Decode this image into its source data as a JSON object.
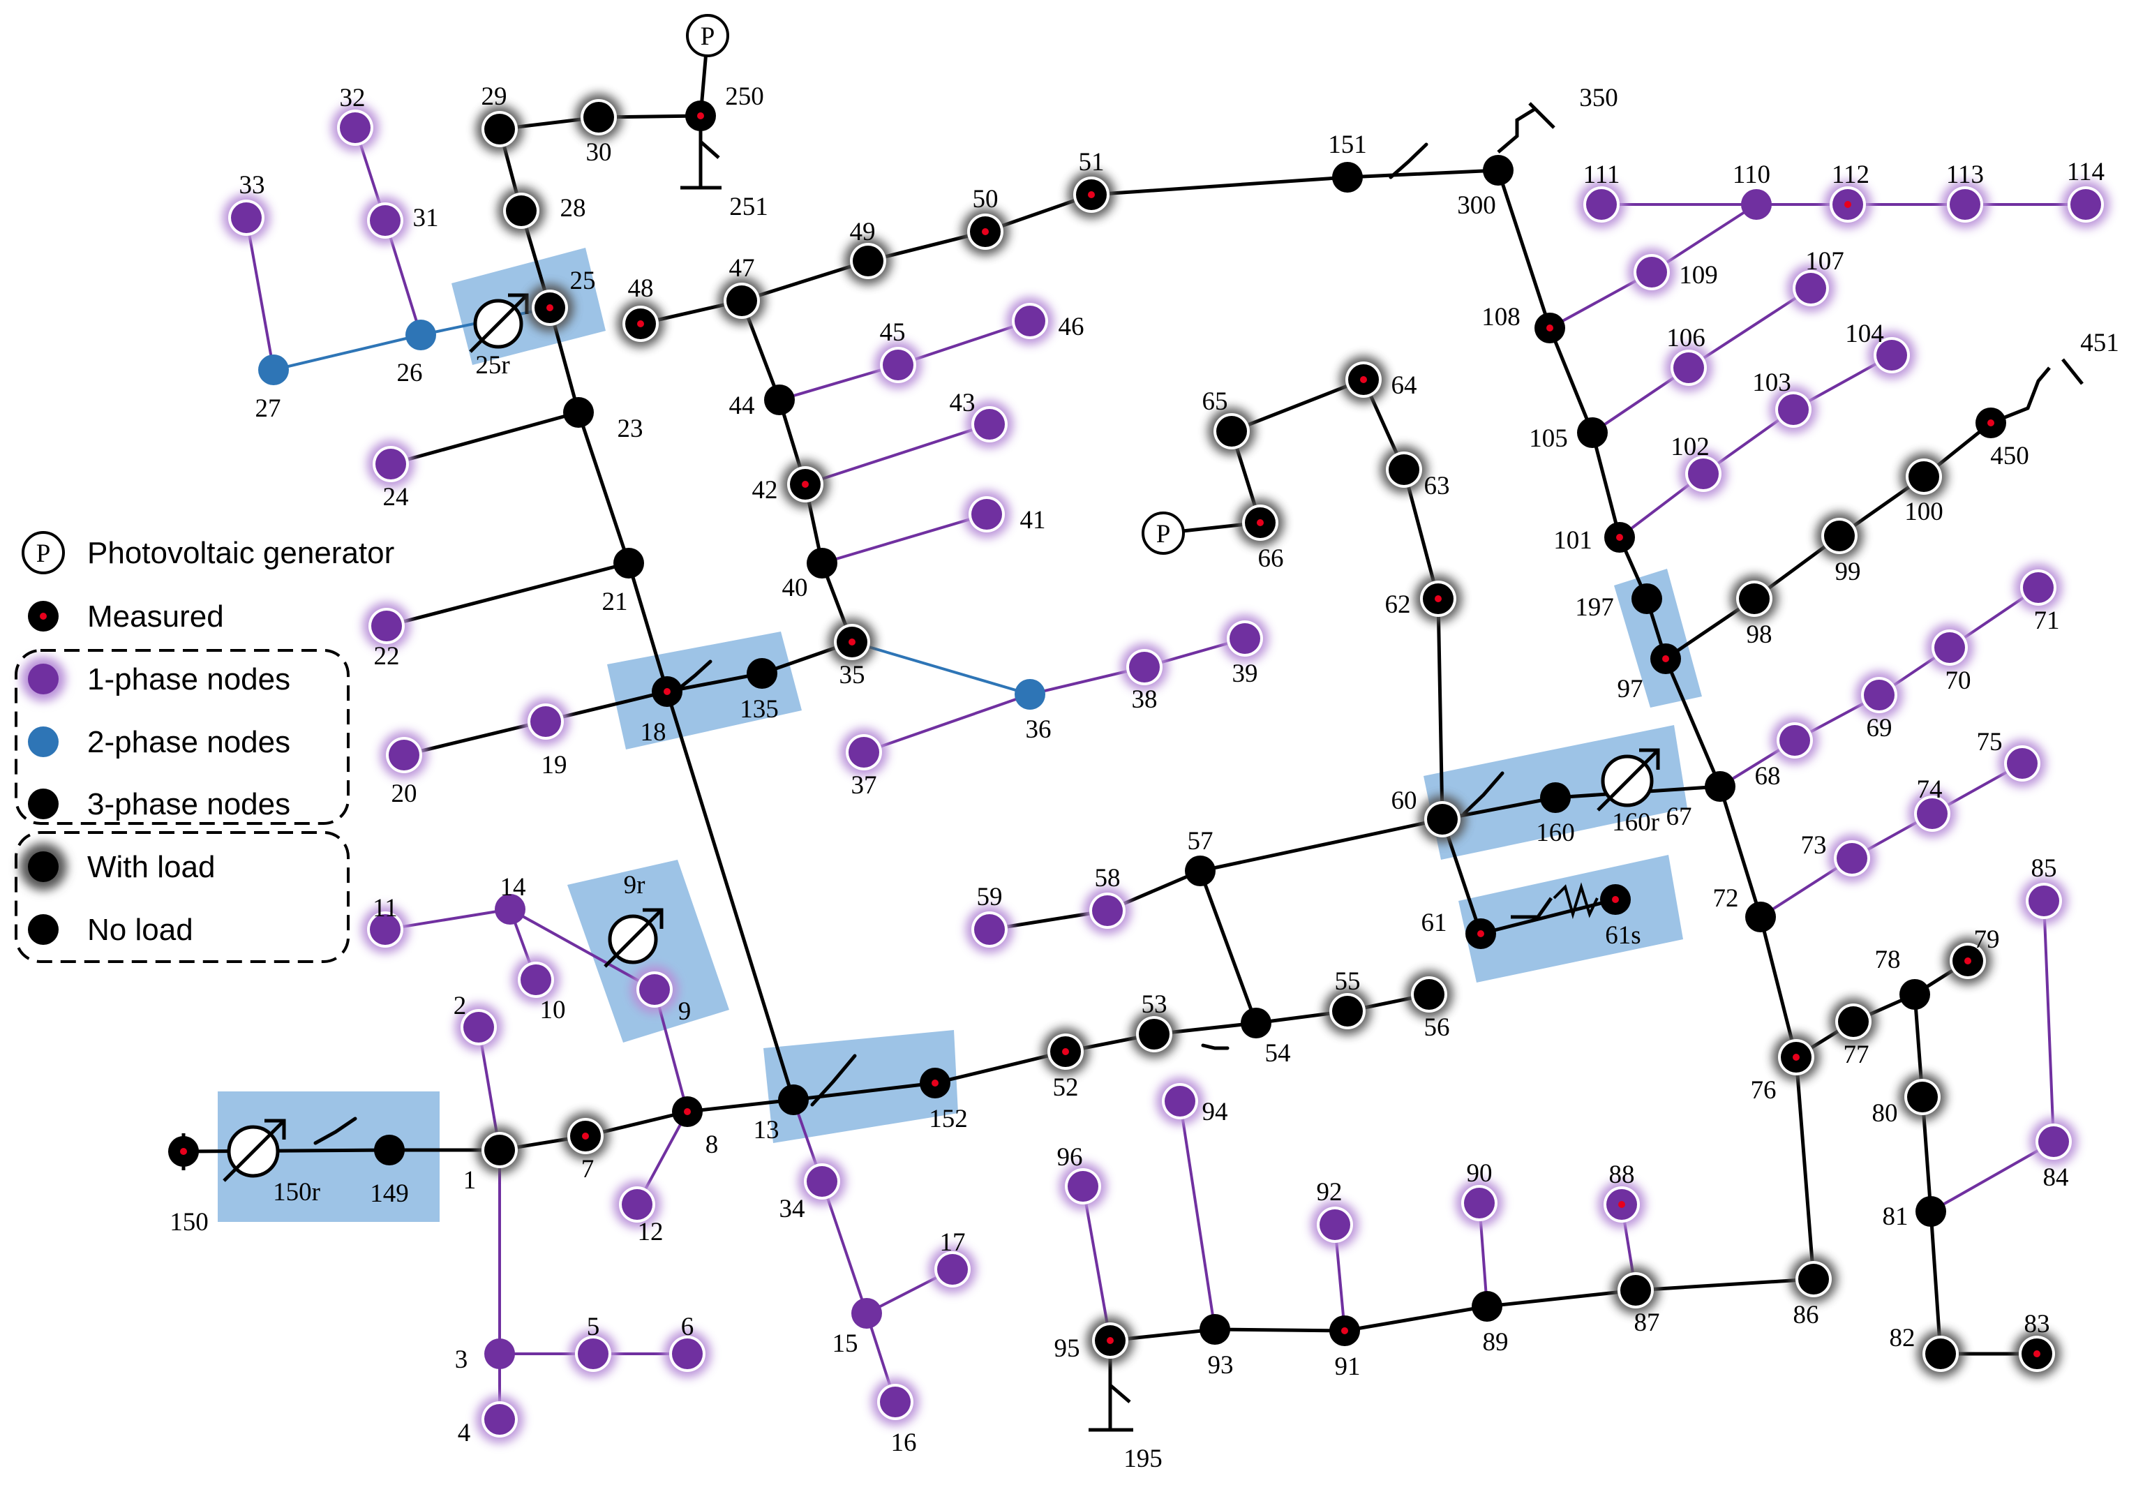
{
  "colors": {
    "three_phase": "#000000",
    "two_phase": "#2e75b6",
    "one_phase": "#7030a0",
    "one_phase_glow": "#b88fd8",
    "load_glow": "#555555",
    "measured_dot": "#e8001c",
    "regulator_box": "#9dc3e6"
  },
  "legend": {
    "pv": "Photovoltaic generator",
    "measured": "Measured",
    "one_phase": "1-phase nodes",
    "two_phase": "2-phase nodes",
    "three_phase": "3-phase nodes",
    "with_load": "With load",
    "no_load": "No load"
  },
  "pv_symbol": "P",
  "node_labels": [
    "1",
    "2",
    "3",
    "4",
    "5",
    "6",
    "7",
    "8",
    "9",
    "9r",
    "10",
    "11",
    "12",
    "13",
    "14",
    "15",
    "16",
    "17",
    "18",
    "19",
    "20",
    "21",
    "22",
    "23",
    "24",
    "25",
    "25r",
    "26",
    "27",
    "28",
    "29",
    "30",
    "31",
    "32",
    "33",
    "34",
    "35",
    "36",
    "37",
    "38",
    "39",
    "40",
    "41",
    "42",
    "43",
    "44",
    "45",
    "46",
    "47",
    "48",
    "49",
    "50",
    "51",
    "52",
    "53",
    "54",
    "55",
    "56",
    "57",
    "58",
    "59",
    "60",
    "61",
    "61s",
    "62",
    "63",
    "64",
    "65",
    "66",
    "67",
    "68",
    "69",
    "70",
    "71",
    "72",
    "73",
    "74",
    "75",
    "76",
    "77",
    "78",
    "79",
    "80",
    "81",
    "82",
    "83",
    "84",
    "85",
    "86",
    "87",
    "88",
    "89",
    "90",
    "91",
    "92",
    "93",
    "94",
    "95",
    "96",
    "97",
    "98",
    "99",
    "100",
    "101",
    "102",
    "103",
    "104",
    "105",
    "106",
    "107",
    "108",
    "109",
    "110",
    "111",
    "112",
    "113",
    "114",
    "135",
    "149",
    "150",
    "150r",
    "151",
    "152",
    "160",
    "160r",
    "195",
    "197",
    "250",
    "251",
    "300",
    "350",
    "450",
    "451"
  ]
}
